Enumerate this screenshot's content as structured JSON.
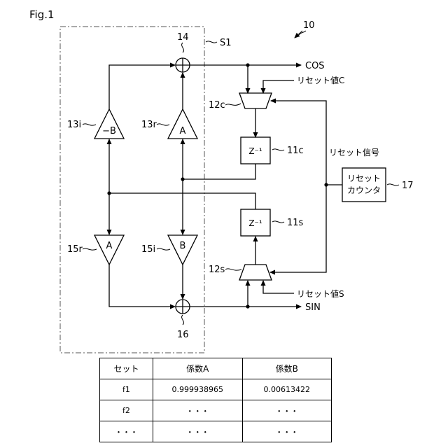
{
  "figure": {
    "fig_label": "Fig.1",
    "device_ref": "10",
    "section_ref": "S1"
  },
  "nodes": {
    "adder_top": "14",
    "adder_bottom": "16",
    "amp_13i": {
      "ref": "13i",
      "symbol": "−B"
    },
    "amp_13r": {
      "ref": "13r",
      "symbol": "A"
    },
    "amp_15r": {
      "ref": "15r",
      "symbol": "A"
    },
    "amp_15i": {
      "ref": "15i",
      "symbol": "B"
    },
    "delay_11c": {
      "ref": "11c",
      "symbol": "Z⁻¹"
    },
    "delay_11s": {
      "ref": "11s",
      "symbol": "Z⁻¹"
    },
    "mux_12c": "12c",
    "mux_12s": "12s",
    "reset_counter": {
      "ref": "17",
      "line1": "リセット",
      "line2": "カウンタ"
    }
  },
  "signals": {
    "cos": "COS",
    "sin": "SIN",
    "reset_value_c": "リセット値C",
    "reset_value_s": "リセット値S",
    "reset_signal": "リセット信号"
  },
  "table": {
    "headers": [
      "セット",
      "係数A",
      "係数B"
    ],
    "rows": [
      [
        "f1",
        "0.999938965",
        "0.00613422"
      ],
      [
        "f2",
        "・・・",
        "・・・"
      ],
      [
        "・・・",
        "・・・",
        "・・・"
      ]
    ]
  }
}
